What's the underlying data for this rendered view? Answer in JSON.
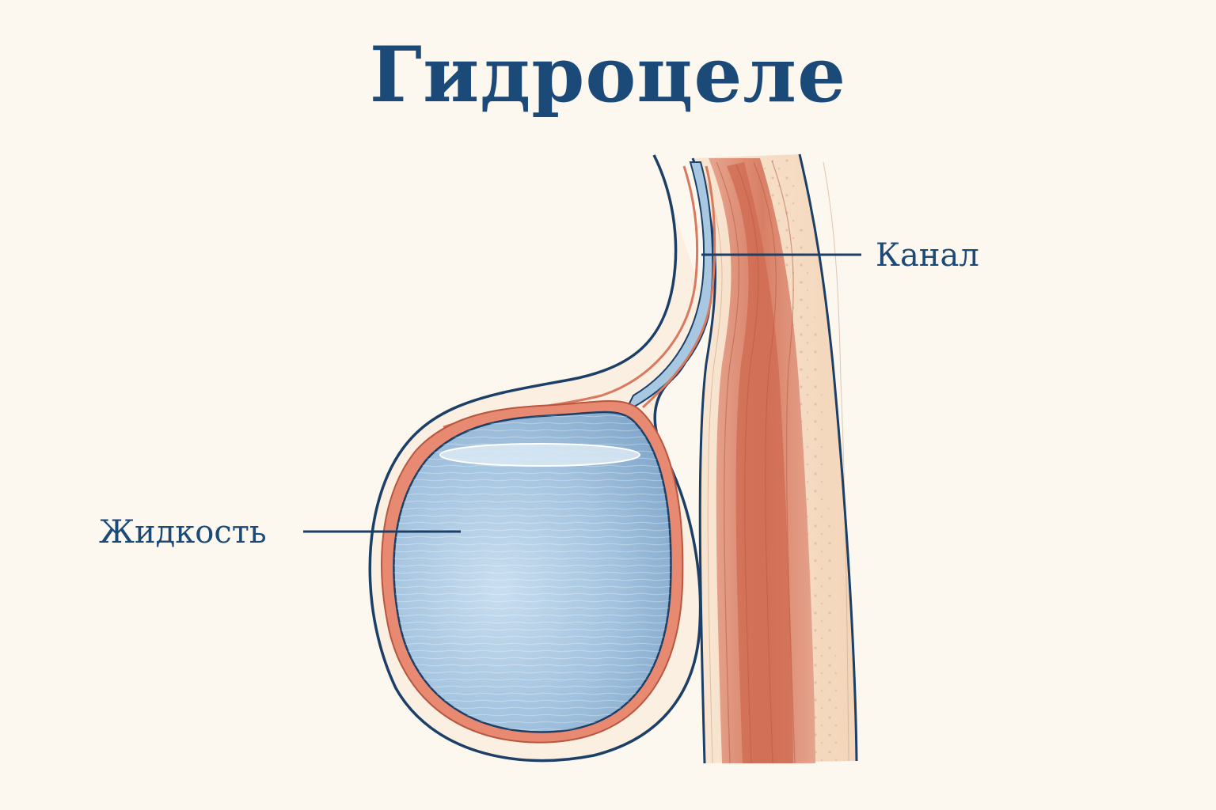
{
  "title": "Гидроцеле",
  "labels": {
    "canal": "Канал",
    "fluid": "Жидкость"
  },
  "colors": {
    "background": "#fdf8ef",
    "text": "#1b4a78",
    "outline": "#1b3f66",
    "fluid": "#a8c8e2",
    "membrane": "#e88a72",
    "muscle": "#d9795f",
    "tissue": "#f6dcc4"
  }
}
